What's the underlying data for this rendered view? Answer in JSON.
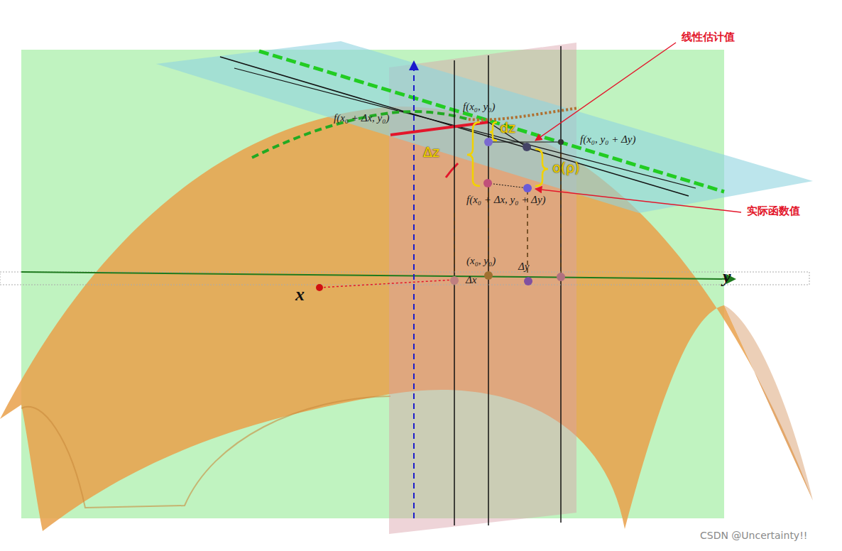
{
  "diagram": {
    "labels": [
      "线性估计值",
      "实际函数值",
      "f(x₀ + Δx, y₀)",
      "f(x₀, y₀)",
      "f(x₀, y₀ + Δy)",
      "f(x₀ + Δx, y₀ + Δy)",
      "(x₀, y₀)",
      "Δy",
      "Δx",
      "x",
      "y",
      "dz",
      "Δz",
      "o(ρ)",
      "CSDN @Uncertainty!!"
    ]
  }
}
